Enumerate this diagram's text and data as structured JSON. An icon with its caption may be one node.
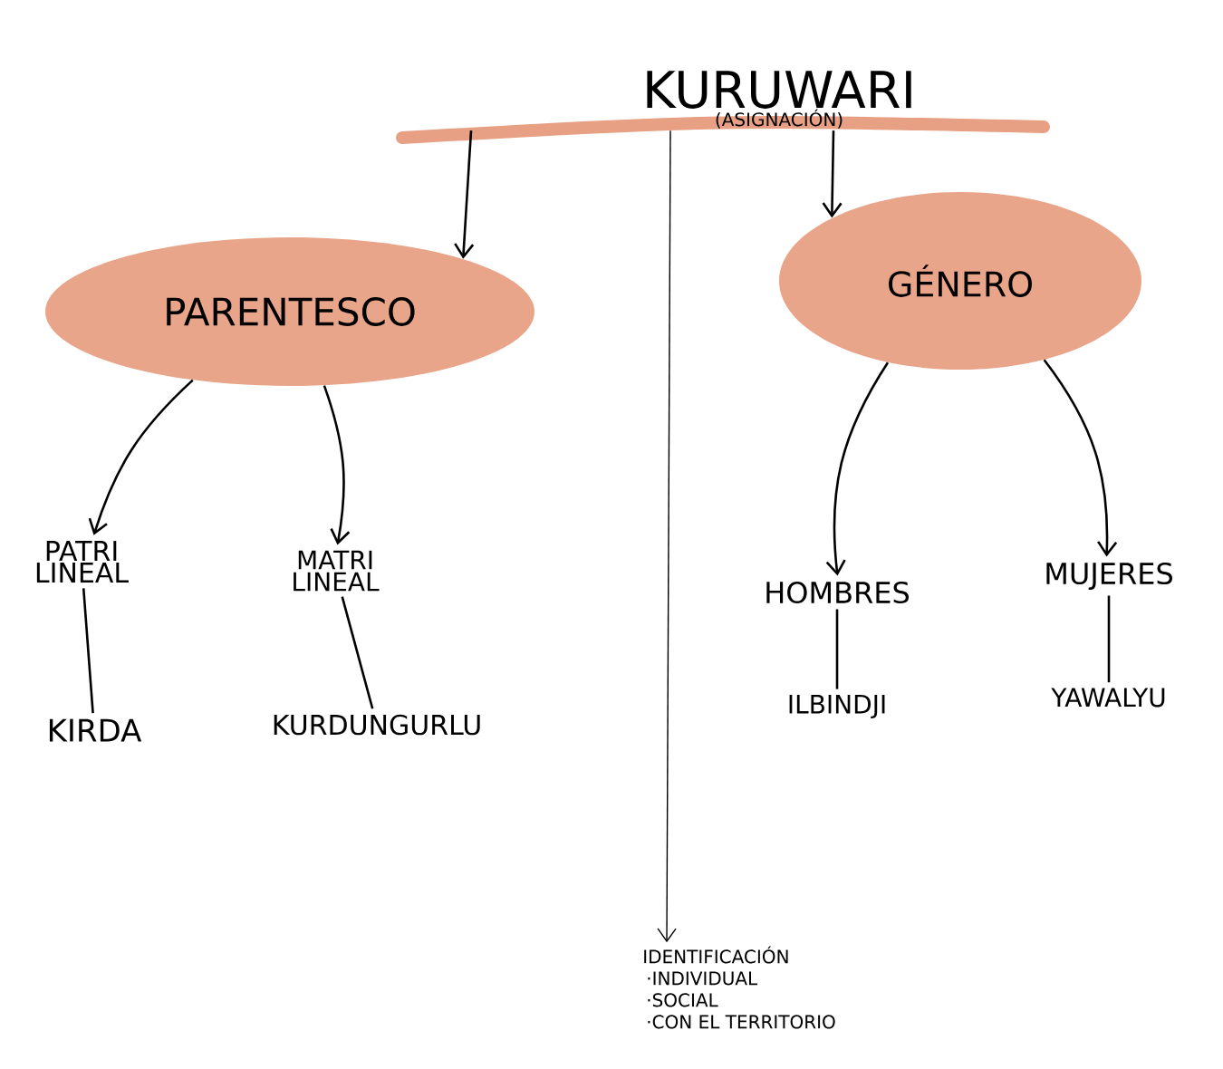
{
  "diagram": {
    "nodes": [
      {
        "text": [
          "KURUWARI",
          "(ASIGNACIÓN)"
        ]
      },
      {
        "text": [
          "PARENTESCO"
        ]
      },
      {
        "text": [
          "GÉNERO"
        ]
      },
      {
        "text": [
          "PATRI LINEAL"
        ]
      },
      {
        "text": [
          "MATRI LINEAL"
        ]
      },
      {
        "text": [
          "KIRDA"
        ]
      },
      {
        "text": [
          "KURDUNGURLU"
        ]
      },
      {
        "text": [
          "HOMBRES"
        ]
      },
      {
        "text": [
          "MUJERES"
        ]
      },
      {
        "text": [
          "ILBINDJI"
        ]
      },
      {
        "text": [
          "YAWALYU"
        ]
      },
      {
        "text": [
          "IDENTIFICACIÓN",
          "·INDIVIDUAL",
          "·SOCIAL",
          "·CON EL TERRITORIO"
        ]
      }
    ],
    "edges": [
      {
        "from": 0,
        "to": 1,
        "arrow": "to"
      },
      {
        "from": 0,
        "to": 2,
        "arrow": "to"
      },
      {
        "from": 0,
        "to": 11,
        "arrow": "to"
      },
      {
        "from": 1,
        "to": 3,
        "arrow": "to"
      },
      {
        "from": 1,
        "to": 4,
        "arrow": "to"
      },
      {
        "from": 2,
        "to": 7,
        "arrow": "to"
      },
      {
        "from": 2,
        "to": 8,
        "arrow": "to"
      },
      {
        "from": 3,
        "to": 5,
        "arrow": "none"
      },
      {
        "from": 4,
        "to": 6,
        "arrow": "none"
      },
      {
        "from": 7,
        "to": 9,
        "arrow": "none"
      },
      {
        "from": 8,
        "to": 10,
        "arrow": "none"
      }
    ]
  }
}
